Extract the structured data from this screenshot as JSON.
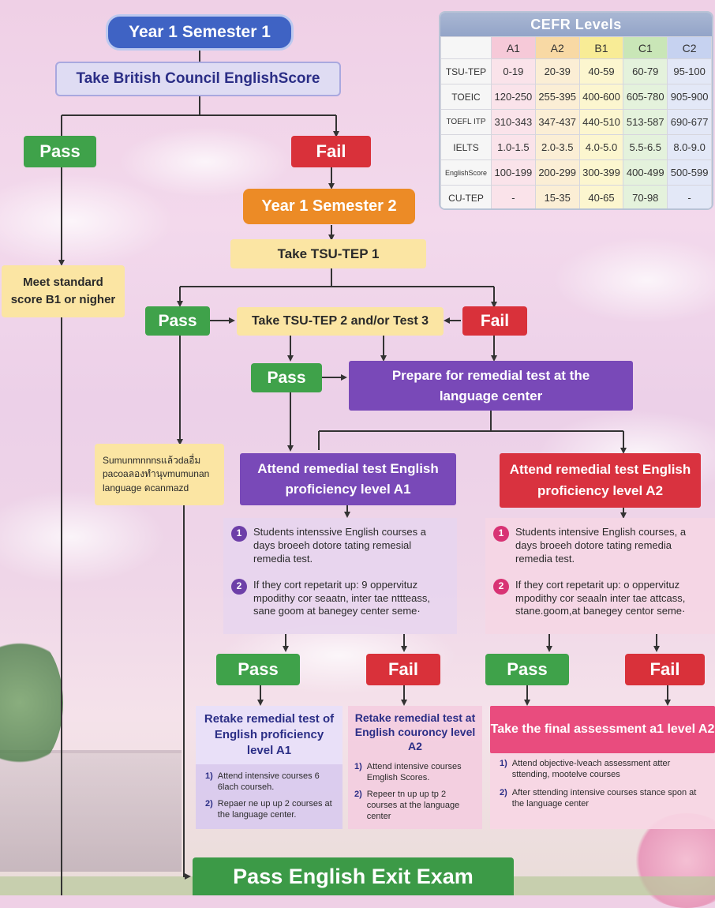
{
  "nodes": {
    "start": "Year 1 Semester 1",
    "take_ec": "Take British Council EnglishScore",
    "pass_1": "Pass",
    "fail_1": "Fail",
    "sem2": "Year 1 Semester 2",
    "take_tsu1": "Take TSU-TEP 1",
    "meet_std": "Meet standard score B1 or nigher",
    "pass_2": "Pass",
    "take_tsu23": "Take TSU-TEP 2 and/or Test 3",
    "fail_2": "Fail",
    "pass_3": "Pass",
    "prepare": "Prepare for remedial test at the language center",
    "side_note": "Sumunmnnnsแล้วdaอื่ม pacoaลองทำนุvmumunan language ดcanmazd",
    "attend_a1": "Attend remedial test English proficiency level A1",
    "attend_a2": "Attend remedial test English proficiency level A2",
    "pass_a1": "Pass",
    "fail_a1": "Fail",
    "pass_a2": "Pass",
    "fail_a2": "Fail",
    "retake_a1": "Retake remedial test of English proficiency level A1",
    "retake_a2": "Retake remedial test at English couroncy level A2",
    "final_assess": "Take the final assessment a1 level A2",
    "exit": "Pass English Exit Exam"
  },
  "panels": {
    "a1": {
      "step1": "Students intenssive English courses a days broeeh dotore tating remesial remedia test.",
      "step2": "If they cort repetarit up: 9 oppervituz mpodithy cor seaatn, inter tae nttteass, sane goom at banegey center seme·"
    },
    "a2": {
      "step1": "Students intensive English courses, a days broeeh dotore tating remedia remedia test.",
      "step2": "If they cort repetarit up: o oppervituz mpodithy cor seaaln inter tae attcass, stane.goom,at banegey centor seme·"
    },
    "retake_a1_items": [
      "Attend intensive courses 6 6lach courseh.",
      "Repaer ne up up 2 courses at the language center."
    ],
    "retake_a2_items": [
      "Attend intensive courses Emglish Scores.",
      "Repeer tn up up tp 2 courses at the language center"
    ],
    "final_items": [
      "Attend objective-lveach assessment atter sttending, mootelve courses",
      "After sttending intensive courses stance spon at the language center"
    ]
  },
  "cefr": {
    "title": "CEFR Levels",
    "levels": [
      "A1",
      "A2",
      "B1",
      "C1",
      "C2"
    ],
    "rows": [
      {
        "label": "TSU-TEP",
        "values": [
          "0-19",
          "20-39",
          "40-59",
          "60-79",
          "95-100"
        ]
      },
      {
        "label": "TOEIC",
        "values": [
          "120-250",
          "255-395",
          "400-600",
          "605-780",
          "905-900"
        ]
      },
      {
        "label": "TOEFL ITP",
        "values": [
          "310-343",
          "347-437",
          "440-510",
          "513-587",
          "690-677"
        ]
      },
      {
        "label": "IELTS",
        "values": [
          "1.0-1.5",
          "2.0-3.5",
          "4.0-5.0",
          "5.5-6.5",
          "8.0-9.0"
        ]
      },
      {
        "label": "EnglishScore",
        "values": [
          "100-199",
          "200-299",
          "300-399",
          "400-499",
          "500-599"
        ]
      },
      {
        "label": "CU-TEP",
        "values": [
          "-",
          "15-35",
          "40-65",
          "70-98",
          "-"
        ]
      }
    ]
  },
  "colors": {
    "pass": "#3fa24a",
    "fail": "#d9313a",
    "start": "#3f63c4",
    "semester2": "#ec8b26",
    "remedial_purple": "#7949b8",
    "remedial_red": "#d9323f",
    "final_pink": "#e94c7e",
    "exit_green": "#3c9a47"
  }
}
